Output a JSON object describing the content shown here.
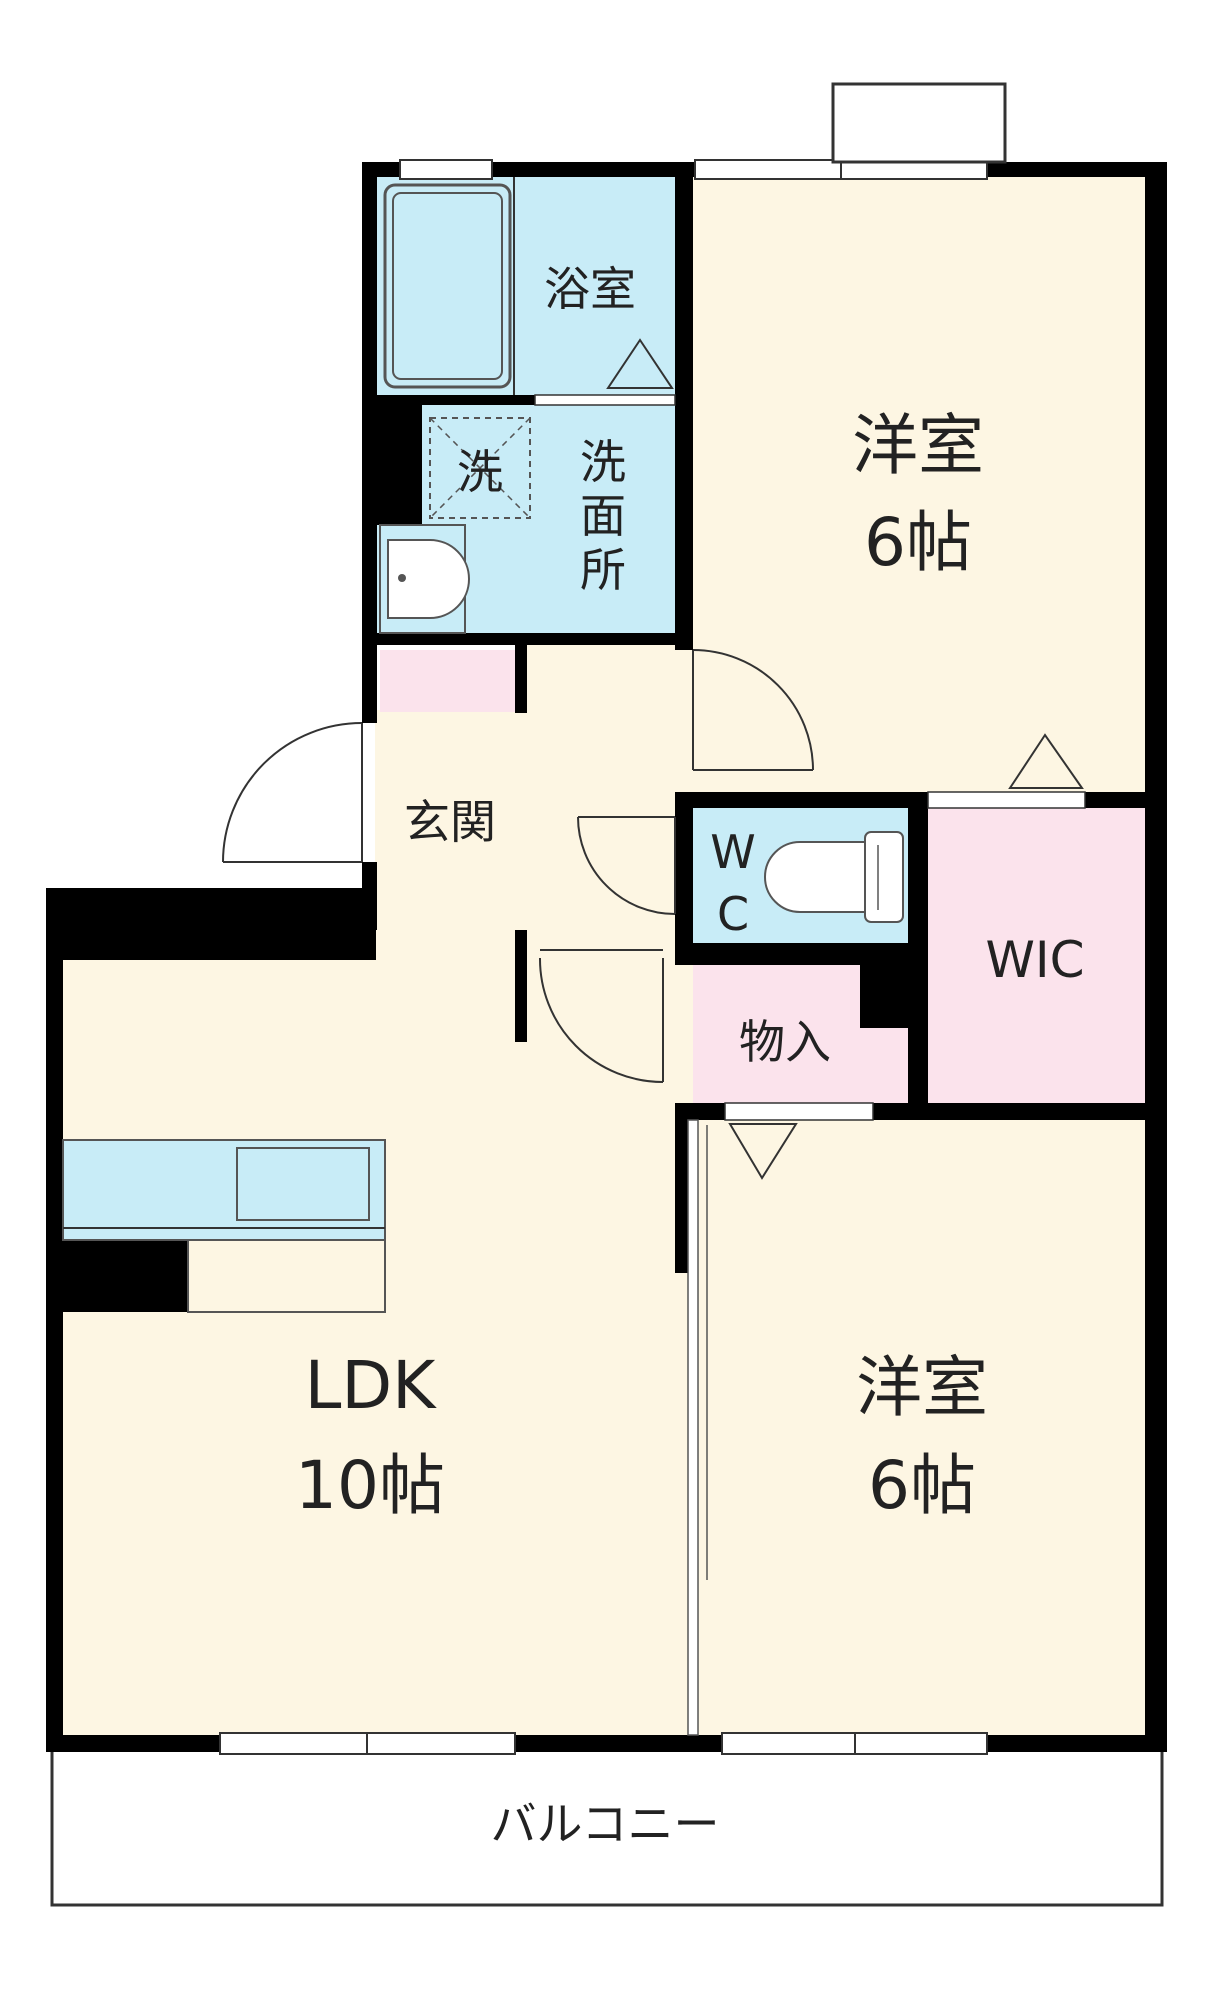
{
  "colors": {
    "wall": "#000000",
    "room_cream": "#fdf6e3",
    "room_water": "#c8ecf7",
    "room_pink": "#fbe3ec",
    "balcony": "#ffffff"
  },
  "rooms": {
    "bath": {
      "label": "浴室"
    },
    "washer": {
      "label": "洗"
    },
    "washroom": {
      "label": "洗面所"
    },
    "western1": {
      "name": "洋室",
      "size": "6帖"
    },
    "entrance": {
      "label": "玄関"
    },
    "wc": {
      "line1": "W",
      "line2": "C"
    },
    "wic": {
      "label": "WIC"
    },
    "storage": {
      "label": "物入"
    },
    "ldk": {
      "name": "LDK",
      "size": "10帖"
    },
    "western2": {
      "name": "洋室",
      "size": "6帖"
    },
    "balcony": {
      "label": "バルコニー"
    }
  }
}
